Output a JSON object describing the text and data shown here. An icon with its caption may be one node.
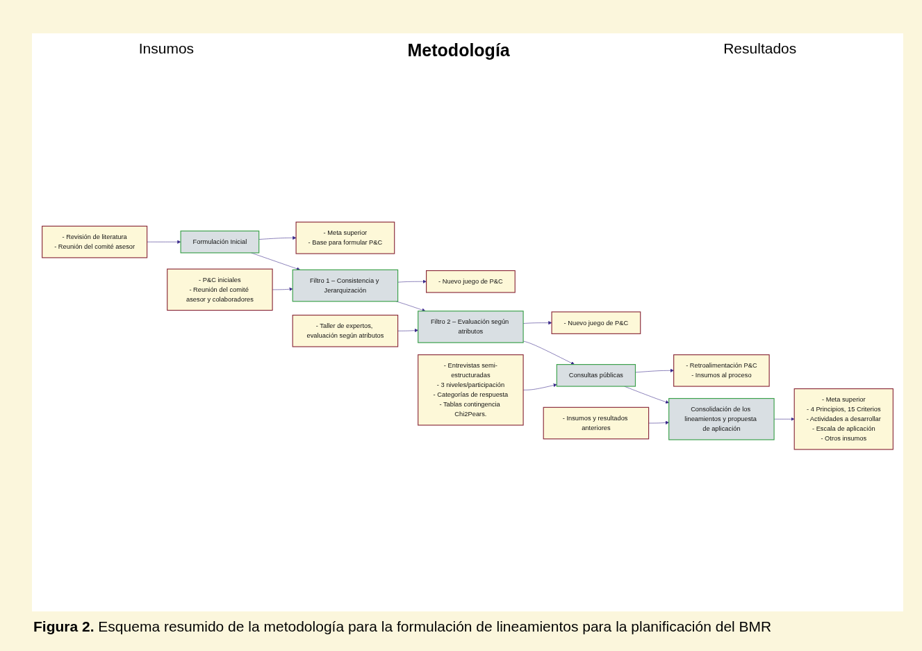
{
  "diagram": {
    "caption": "**Figura 2.** Esquema resumido de la metodología para la formulación de lineamientos para la planificación del BMR",
    "nodes": [
      {
        "text": [
          "- Revisión de literatura",
          "- Reunión del comité asesor"
        ]
      },
      {
        "text": [
          "Formulación Inicial"
        ]
      },
      {
        "text": [
          "- Meta superior",
          "- Base para formular P&C"
        ]
      },
      {
        "text": [
          "- P&C iniciales",
          "- Reunión del comité asesor y colaboradores"
        ]
      },
      {
        "text": [
          "Filtro 1 – Consistencia y Jerarquización"
        ]
      },
      {
        "text": [
          "- Nuevo juego de P&C"
        ]
      },
      {
        "text": [
          "- Taller de expertos, evaluación según atributos"
        ]
      },
      {
        "text": [
          "Filtro 2 – Evaluación según atributos"
        ]
      },
      {
        "text": [
          "- Nuevo juego de P&C"
        ]
      },
      {
        "text": [
          "- Entrevistas semi-estructuradas",
          "- 3 niveles/participación",
          "- Categorías de respuesta",
          "- Tablas contingencia Chi2Pears."
        ]
      },
      {
        "text": [
          "Consultas públicas"
        ]
      },
      {
        "text": [
          "- Retroalimentación P&C",
          "- Insumos al proceso"
        ]
      },
      {
        "text": [
          "- Insumos y resultados anteriores"
        ]
      },
      {
        "text": [
          "Consolidación de los lineamientos y propuesta de aplicación"
        ]
      },
      {
        "text": [
          "- Meta superior",
          "- 4 Principios, 15 Criterios",
          "- Actividades a desarrollar",
          "- Escala de aplicación",
          "- Otros insumos"
        ]
      }
    ],
    "edges": [
      {
        "from": 0,
        "to": 1,
        "arrow": "to"
      },
      {
        "from": 1,
        "to": 2,
        "arrow": "to"
      },
      {
        "from": 1,
        "to": 4,
        "arrow": "to"
      },
      {
        "from": 3,
        "to": 4,
        "arrow": "to"
      },
      {
        "from": 4,
        "to": 5,
        "arrow": "to"
      },
      {
        "from": 4,
        "to": 7,
        "arrow": "to"
      },
      {
        "from": 6,
        "to": 7,
        "arrow": "to"
      },
      {
        "from": 7,
        "to": 8,
        "arrow": "to"
      },
      {
        "from": 7,
        "to": 10,
        "arrow": "to"
      },
      {
        "from": 9,
        "to": 10,
        "arrow": "to"
      },
      {
        "from": 10,
        "to": 11,
        "arrow": "to"
      },
      {
        "from": 10,
        "to": 13,
        "arrow": "to"
      },
      {
        "from": 12,
        "to": 13,
        "arrow": "to"
      },
      {
        "from": 13,
        "to": 14,
        "arrow": "to"
      }
    ],
    "labels": [
      "Insumos",
      "Metodología",
      "Resultados"
    ]
  }
}
